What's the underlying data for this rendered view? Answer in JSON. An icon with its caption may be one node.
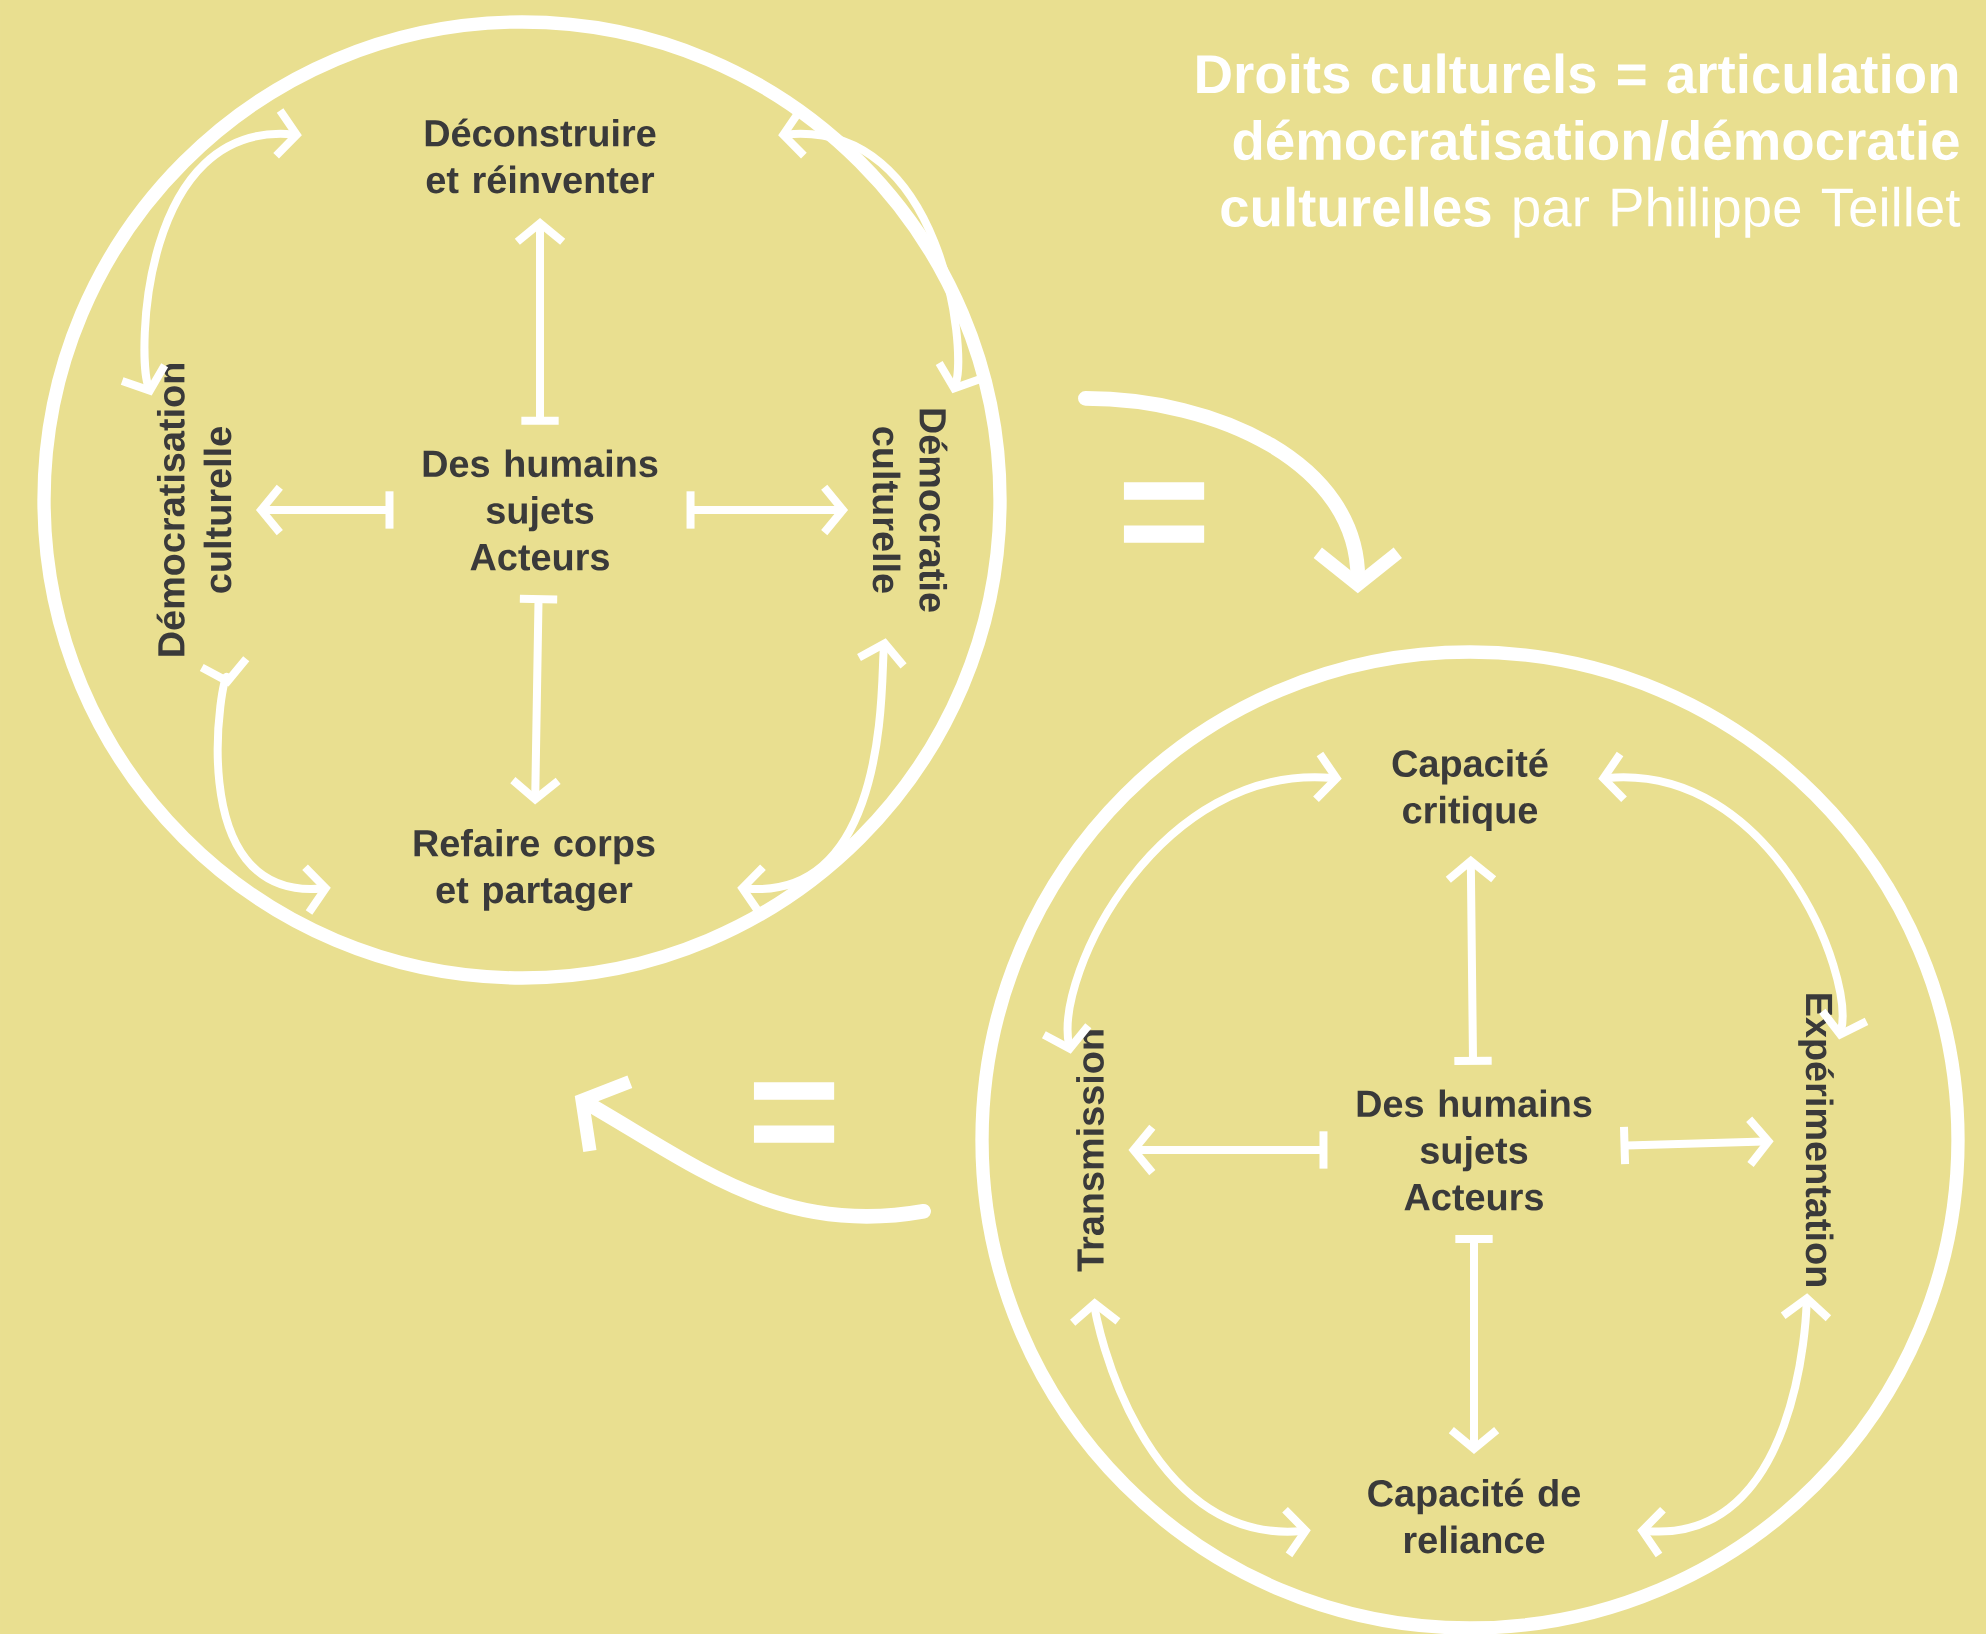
{
  "diagram": {
    "title": "**Droits culturels = articulation démocratisation/démocratie culturelles** par Philippe Teillet",
    "nodes": [
      {
        "text": [],
        "shape": "circle"
      },
      {
        "text": [
          "Déconstruire et réinventer"
        ],
        "in": 0
      },
      {
        "text": [
          "Démocratisation culturelle"
        ],
        "in": 0
      },
      {
        "text": [
          "Des humains sujets Acteurs"
        ],
        "in": 0
      },
      {
        "text": [
          "Démocratie culturelle"
        ],
        "in": 0
      },
      {
        "text": [
          "Refaire corps et partager"
        ],
        "in": 0
      },
      {
        "text": [],
        "shape": "circle"
      },
      {
        "text": [
          "Capacité critique"
        ],
        "in": 6
      },
      {
        "text": [
          "Transmission"
        ],
        "in": 6
      },
      {
        "text": [
          "Des humains sujets Acteurs"
        ],
        "in": 6
      },
      {
        "text": [
          "Expérimentation"
        ],
        "in": 6
      },
      {
        "text": [
          "Capacité de reliance"
        ],
        "in": 6
      }
    ],
    "edges": [
      {
        "from": 3,
        "to": 1,
        "arrow": "to"
      },
      {
        "from": 3,
        "to": 2,
        "arrow": "to"
      },
      {
        "from": 3,
        "to": 4,
        "arrow": "to"
      },
      {
        "from": 3,
        "to": 5,
        "arrow": "to"
      },
      {
        "from": 1,
        "to": 2,
        "arrow": "both"
      },
      {
        "from": 1,
        "to": 4,
        "arrow": "both"
      },
      {
        "from": 2,
        "to": 5,
        "arrow": "both"
      },
      {
        "from": 4,
        "to": 5,
        "arrow": "both"
      },
      {
        "from": 9,
        "to": 7,
        "arrow": "to"
      },
      {
        "from": 9,
        "to": 8,
        "arrow": "to"
      },
      {
        "from": 9,
        "to": 10,
        "arrow": "to"
      },
      {
        "from": 9,
        "to": 11,
        "arrow": "to"
      },
      {
        "from": 7,
        "to": 8,
        "arrow": "both"
      },
      {
        "from": 7,
        "to": 10,
        "arrow": "both"
      },
      {
        "from": 8,
        "to": 11,
        "arrow": "both"
      },
      {
        "from": 10,
        "to": 11,
        "arrow": "both"
      },
      {
        "from": 0,
        "to": 6,
        "arrow": "to",
        "label": "=",
        "style": "thick"
      },
      {
        "from": 6,
        "to": 0,
        "arrow": "to",
        "label": "=",
        "style": "thick"
      }
    ]
  }
}
